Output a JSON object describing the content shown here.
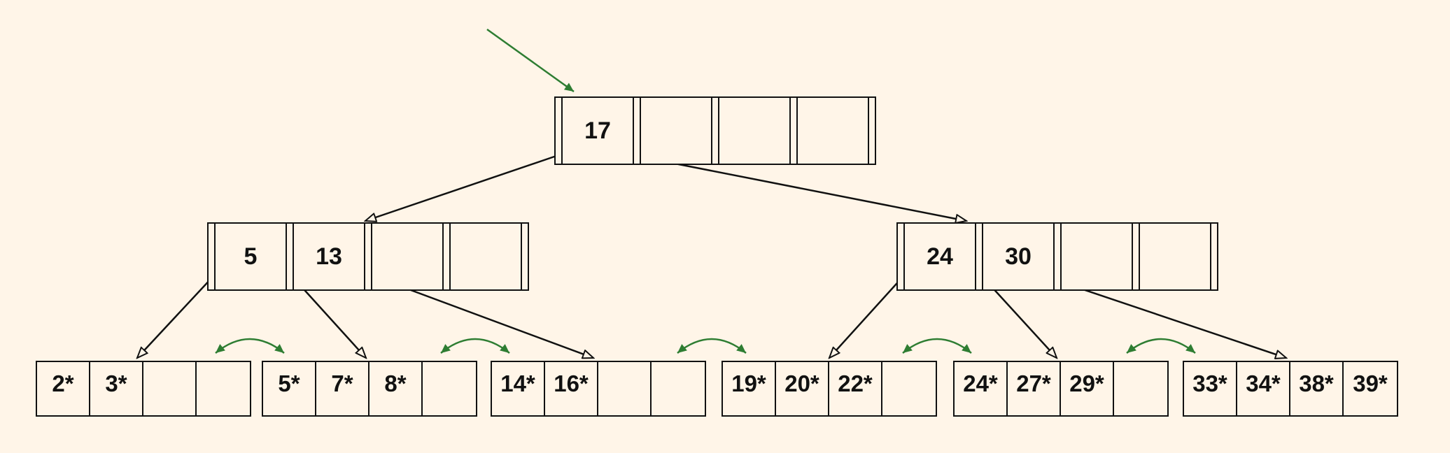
{
  "root": {
    "keys": [
      "17",
      "",
      "",
      ""
    ]
  },
  "internal": [
    {
      "keys": [
        "5",
        "13",
        "",
        ""
      ]
    },
    {
      "keys": [
        "24",
        "30",
        "",
        ""
      ]
    }
  ],
  "leaves": [
    {
      "entries": [
        "2*",
        "3*",
        "",
        ""
      ]
    },
    {
      "entries": [
        "5*",
        "7*",
        "8*",
        ""
      ]
    },
    {
      "entries": [
        "14*",
        "16*",
        "",
        ""
      ]
    },
    {
      "entries": [
        "19*",
        "20*",
        "22*",
        ""
      ]
    },
    {
      "entries": [
        "24*",
        "27*",
        "29*",
        ""
      ]
    },
    {
      "entries": [
        "33*",
        "34*",
        "38*",
        "39*"
      ]
    }
  ],
  "colors": {
    "line": "#111111",
    "sibling_link": "#2e7d32",
    "root_pointer": "#2e7d32",
    "background": "#fff5e8"
  }
}
